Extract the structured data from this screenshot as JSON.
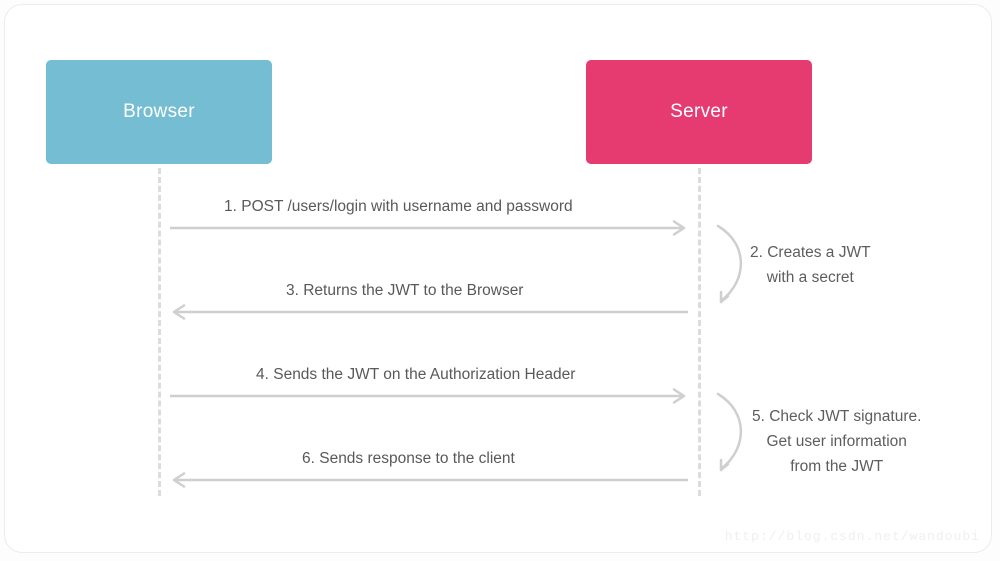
{
  "diagram": {
    "title": "JWT authentication sequence diagram",
    "colors": {
      "browser_box": "#74bdd3",
      "server_box": "#e53b71",
      "arrow": "#cfcfcf",
      "lifeline": "#dcdcdc",
      "text": "#595959",
      "card_background": "#ffffff",
      "card_border": "#ececec"
    },
    "actors": [
      {
        "id": "browser",
        "label": "Browser",
        "color": "#74bdd3"
      },
      {
        "id": "server",
        "label": "Server",
        "color": "#e53b71"
      }
    ],
    "messages": [
      {
        "number": "1",
        "label": "1. POST /users/login with username and password",
        "direction": "right",
        "from": "browser",
        "to": "server"
      },
      {
        "number": "3",
        "label": "3. Returns the JWT to the Browser",
        "direction": "left",
        "from": "server",
        "to": "browser"
      },
      {
        "number": "4",
        "label": "4. Sends the JWT on the Authorization Header",
        "direction": "right",
        "from": "browser",
        "to": "server"
      },
      {
        "number": "6",
        "label": "6. Sends response to the client",
        "direction": "left",
        "from": "server",
        "to": "browser"
      }
    ],
    "self_calls": [
      {
        "number": "2",
        "actor": "server",
        "lines": [
          "2. Creates a JWT",
          "with a secret"
        ]
      },
      {
        "number": "5",
        "actor": "server",
        "lines": [
          "5. Check JWT signature.",
          "Get user information",
          "from the JWT"
        ]
      }
    ],
    "watermark": "http://blog.csdn.net/wandoubi"
  }
}
